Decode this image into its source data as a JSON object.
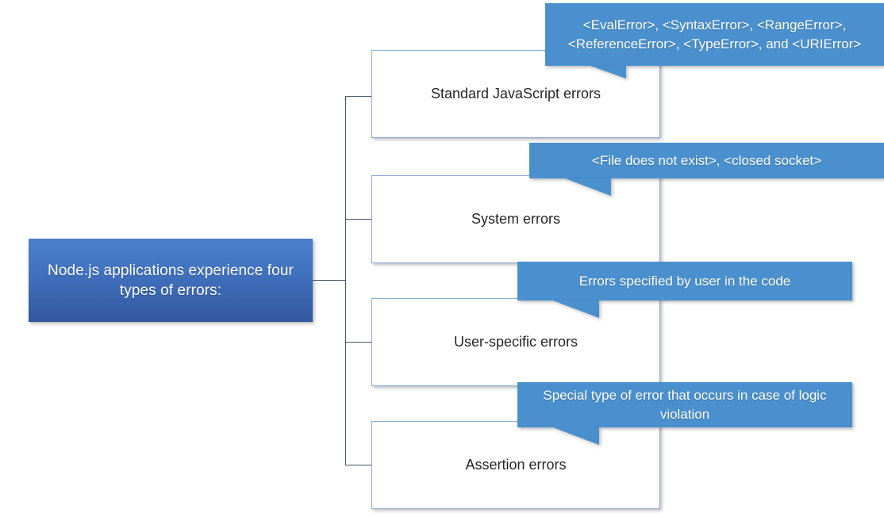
{
  "diagram": {
    "root": {
      "label": "Node.js applications experience four types of errors:",
      "fill_color": "#4274c2",
      "text_color": "#ffffff"
    },
    "branches": [
      {
        "box_label": "Standard JavaScript errors",
        "callout_label": "<EvalError>, <SyntaxError>, <RangeError>, <ReferenceError>, <TypeError>, and <URIError>"
      },
      {
        "box_label": "System  errors",
        "callout_label": "<File does not exist>, <closed socket>"
      },
      {
        "box_label": "User-specific errors",
        "callout_label": "Errors specified by user in the code"
      },
      {
        "box_label": "Assertion  errors",
        "callout_label": "Special type of error that occurs in case of logic violation"
      }
    ],
    "colors": {
      "box_border": "#8eaadb",
      "box_fill": "#ffffff",
      "callout_fill": "#4a90ce",
      "connector": "#44546a"
    }
  }
}
